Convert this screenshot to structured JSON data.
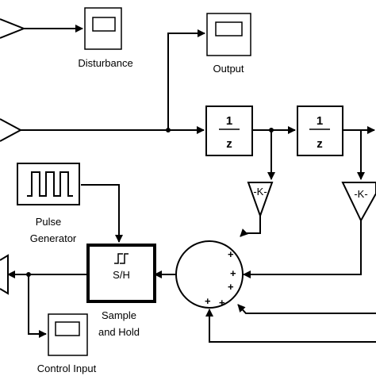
{
  "blocks": {
    "disturbance_label": "Disturbance",
    "output_label": "Output",
    "pulse_label_line1": "Pulse",
    "pulse_label_line2": "Generator",
    "sample_hold_label_line1": "Sample",
    "sample_hold_label_line2": "and Hold",
    "sample_hold_text": "S/H",
    "control_input_label": "Control Input",
    "delay_numerator": "1",
    "delay_denominator": "z",
    "gain_text": "-K-",
    "sum_sign": "+"
  },
  "colors": {
    "line": "#000000",
    "background": "#ffffff"
  }
}
